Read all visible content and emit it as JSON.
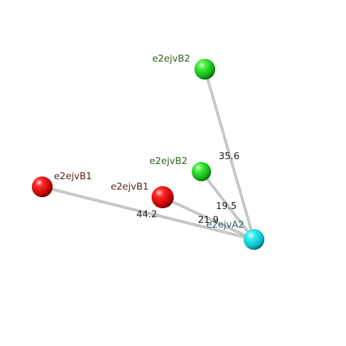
{
  "diagram": {
    "background": "#ffffff",
    "nodes": [
      {
        "id": "n1",
        "label": "e2ejvB2",
        "color": "green",
        "label_color": "#2e5e1e"
      },
      {
        "id": "n2",
        "label": "e2ejvB2",
        "color": "green",
        "label_color": "#2e5e1e"
      },
      {
        "id": "n3",
        "label": "e2ejvB1",
        "color": "red",
        "label_color": "#5a1e1e"
      },
      {
        "id": "n4",
        "label": "e2ejvB1",
        "color": "red",
        "label_color": "#5a1e1e"
      },
      {
        "id": "n5",
        "label": "e2ejvA2",
        "color": "cyan",
        "label_color": "#2e6060"
      }
    ],
    "edges": [
      {
        "from": "n1",
        "to": "n5",
        "label": "35.6"
      },
      {
        "from": "n2",
        "to": "n5",
        "label": "19.5"
      },
      {
        "from": "n3",
        "to": "n5",
        "label": "21.9"
      },
      {
        "from": "n4",
        "to": "n5",
        "label": "44.2"
      }
    ]
  }
}
